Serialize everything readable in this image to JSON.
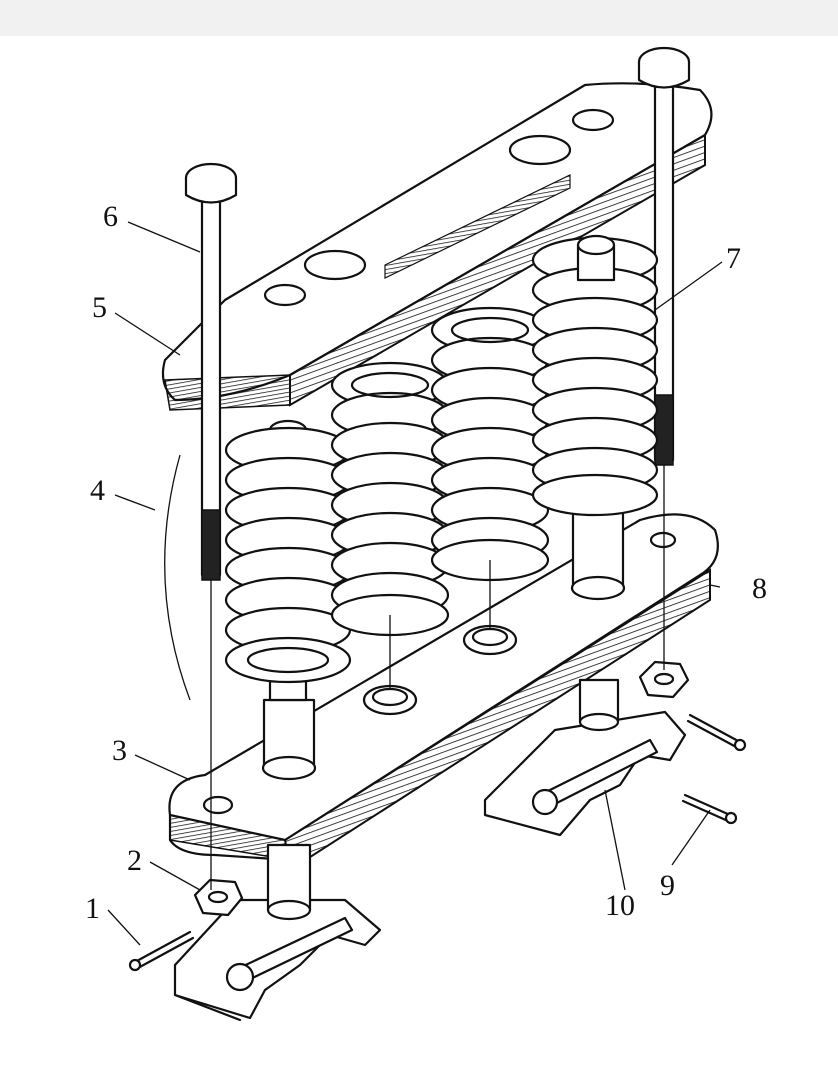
{
  "callouts": [
    {
      "id": "1",
      "text": "1"
    },
    {
      "id": "2",
      "text": "2"
    },
    {
      "id": "3",
      "text": "3"
    },
    {
      "id": "4",
      "text": "4"
    },
    {
      "id": "5",
      "text": "5"
    },
    {
      "id": "6",
      "text": "6"
    },
    {
      "id": "7",
      "text": "7"
    },
    {
      "id": "8",
      "text": "8"
    },
    {
      "id": "9",
      "text": "9"
    },
    {
      "id": "10",
      "text": "10"
    }
  ],
  "colors": {
    "ink": "#111111",
    "paper": "#ffffff",
    "topbar": "#f1f1f1"
  }
}
